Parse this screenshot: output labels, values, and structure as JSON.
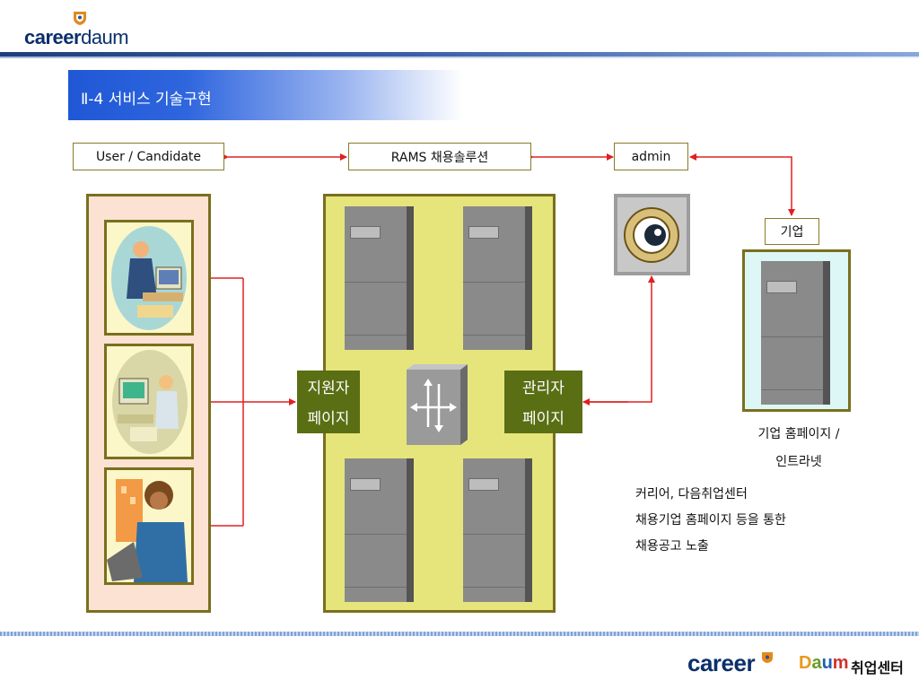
{
  "header": {
    "logo_career": "career",
    "logo_daum": "daum"
  },
  "title": "Ⅱ-4 서비스 기술구현",
  "nodes": {
    "user": "User / Candidate",
    "rams": "RAMS 채용솔루션",
    "admin": "admin",
    "company": "기업"
  },
  "buttons": {
    "applicant_line1": "지원자",
    "applicant_line2": "페이지",
    "manager_line1": "관리자",
    "manager_line2": "페이지"
  },
  "company_caption": {
    "line1": "기업 홈페이지 /",
    "line2": "인트라넷"
  },
  "note": {
    "line1": "커리어, 다음취업센터",
    "line2": "채용기업 홈페이지 등을 통한",
    "line3": "채용공고 노출"
  },
  "footer": {
    "career": "career",
    "daum": "Daum",
    "center": "취업센터"
  },
  "colors": {
    "arrow": "#e02020",
    "panel_border": "#7a6f1e",
    "title_blue": "#1f57d6",
    "button_green": "#5a6e14"
  }
}
